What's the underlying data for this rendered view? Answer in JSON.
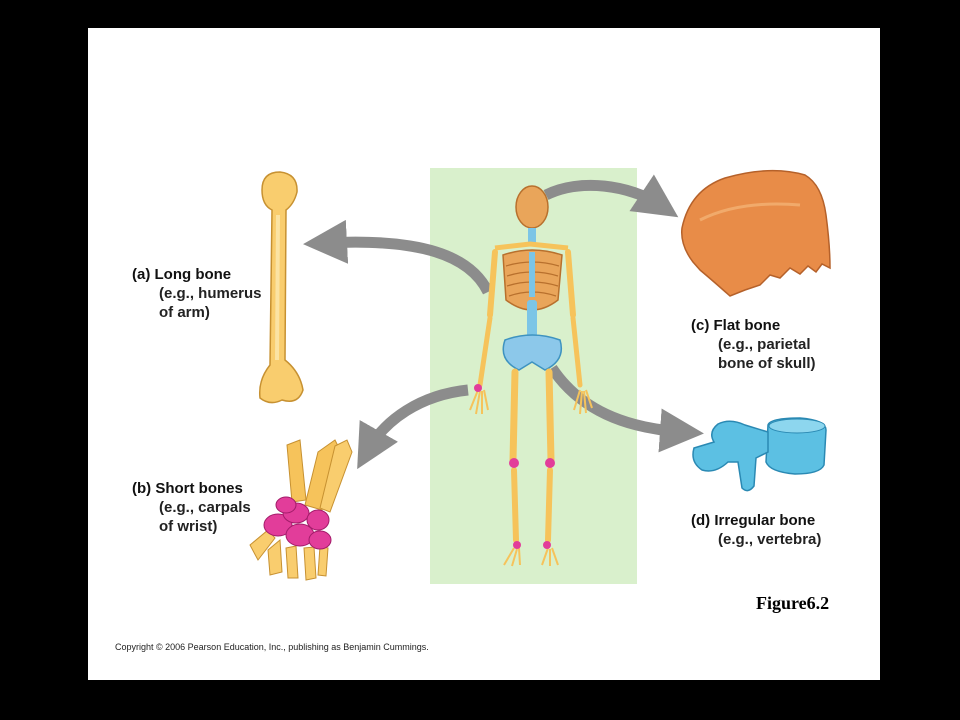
{
  "labels": {
    "long": {
      "title": "(a) Long bone",
      "desc1": "(e.g., humerus",
      "desc2": "of arm)"
    },
    "short": {
      "title": "(b) Short bones",
      "desc1": "(e.g., carpals",
      "desc2": "of wrist)"
    },
    "flat": {
      "title": "(c) Flat bone",
      "desc1": "(e.g., parietal",
      "desc2": "bone of skull)"
    },
    "irregular": {
      "title": "(d) Irregular bone",
      "desc1": "(e.g., vertebra)",
      "desc2": ""
    }
  },
  "figure_number": "Figure6.2",
  "copyright": "Copyright © 2006 Pearson Education, Inc., publishing as Benjamin Cummings.",
  "colors": {
    "background": "#000000",
    "slide": "#ffffff",
    "panel": "#d9f0cc",
    "bone": "#f6c35b",
    "flat_bone": "#e58a45",
    "vertebra": "#56b9de",
    "carpals": "#e23d9a",
    "arrow": "#8c8c8c"
  }
}
